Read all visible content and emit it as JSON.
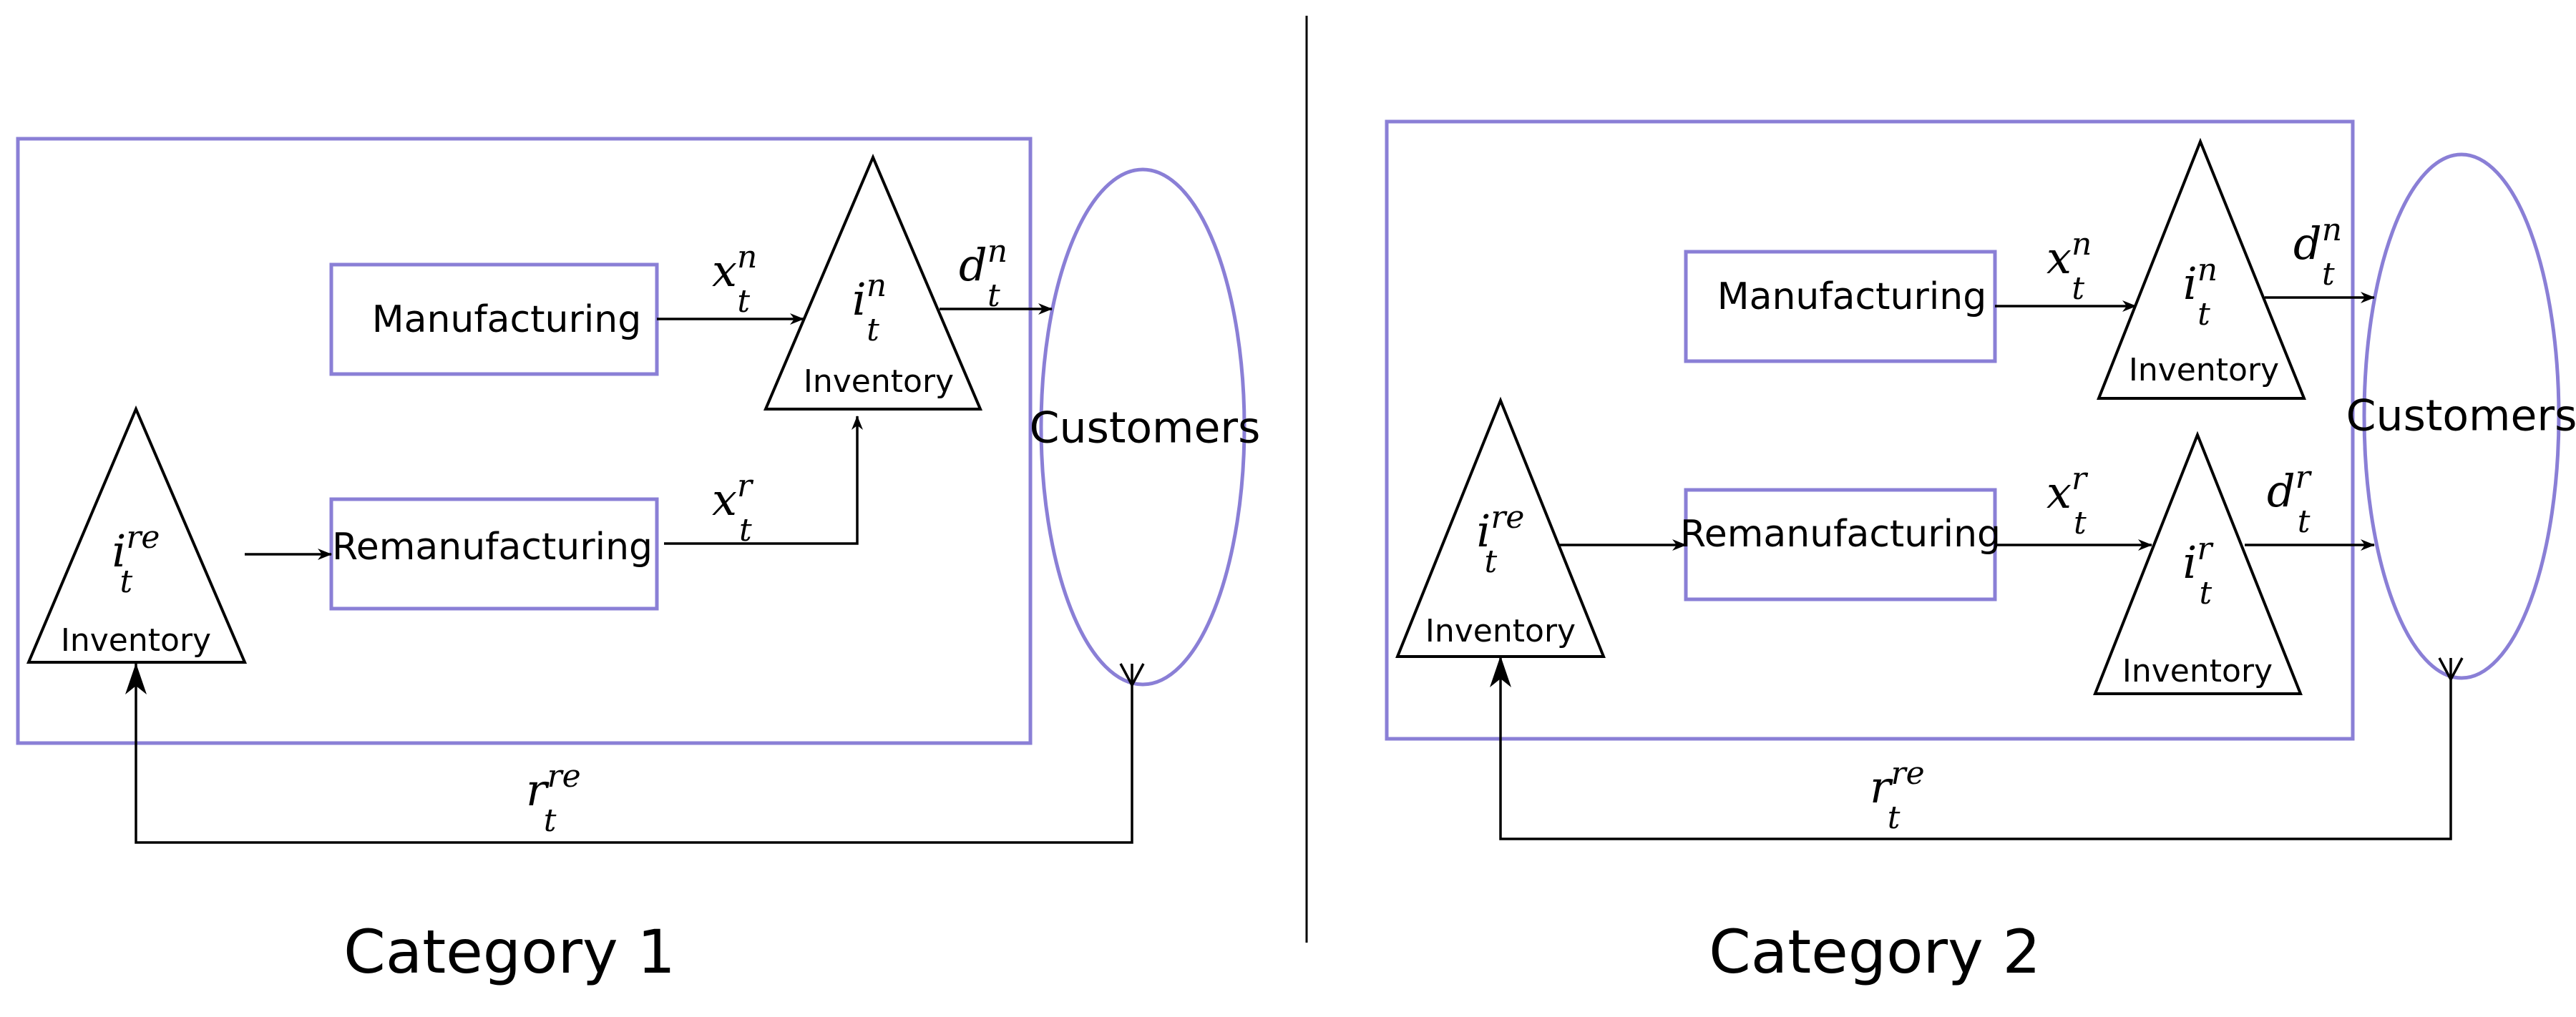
{
  "colors": {
    "accent": "#8a7fd6",
    "line": "#000000"
  },
  "panel1": {
    "caption": "Category 1",
    "manufacturing": "Manufacturing",
    "remanufacturing": "Remanufacturing",
    "customers": "Customers",
    "inventory_new": {
      "main": "i",
      "sub": "t",
      "sup": "n",
      "label": "Inventory"
    },
    "inventory_return": {
      "main": "i",
      "sub": "t",
      "sup": "re",
      "label": "Inventory"
    },
    "flow_xn": {
      "main": "x",
      "sub": "t",
      "sup": "n"
    },
    "flow_xr": {
      "main": "x",
      "sub": "t",
      "sup": "r"
    },
    "flow_dn": {
      "main": "d",
      "sub": "t",
      "sup": "n"
    },
    "flow_rre": {
      "main": "r",
      "sub": "t",
      "sup": "re"
    }
  },
  "panel2": {
    "caption": "Category 2",
    "manufacturing": "Manufacturing",
    "remanufacturing": "Remanufacturing",
    "customers": "Customers",
    "inventory_new": {
      "main": "i",
      "sub": "t",
      "sup": "n",
      "label": "Inventory"
    },
    "inventory_reman": {
      "main": "i",
      "sub": "t",
      "sup": "r",
      "label": "Inventory"
    },
    "inventory_return": {
      "main": "i",
      "sub": "t",
      "sup": "re",
      "label": "Inventory"
    },
    "flow_xn": {
      "main": "x",
      "sub": "t",
      "sup": "n"
    },
    "flow_xr": {
      "main": "x",
      "sub": "t",
      "sup": "r"
    },
    "flow_dn": {
      "main": "d",
      "sub": "t",
      "sup": "n"
    },
    "flow_dr": {
      "main": "d",
      "sub": "t",
      "sup": "r"
    },
    "flow_rre": {
      "main": "r",
      "sub": "t",
      "sup": "re"
    }
  }
}
